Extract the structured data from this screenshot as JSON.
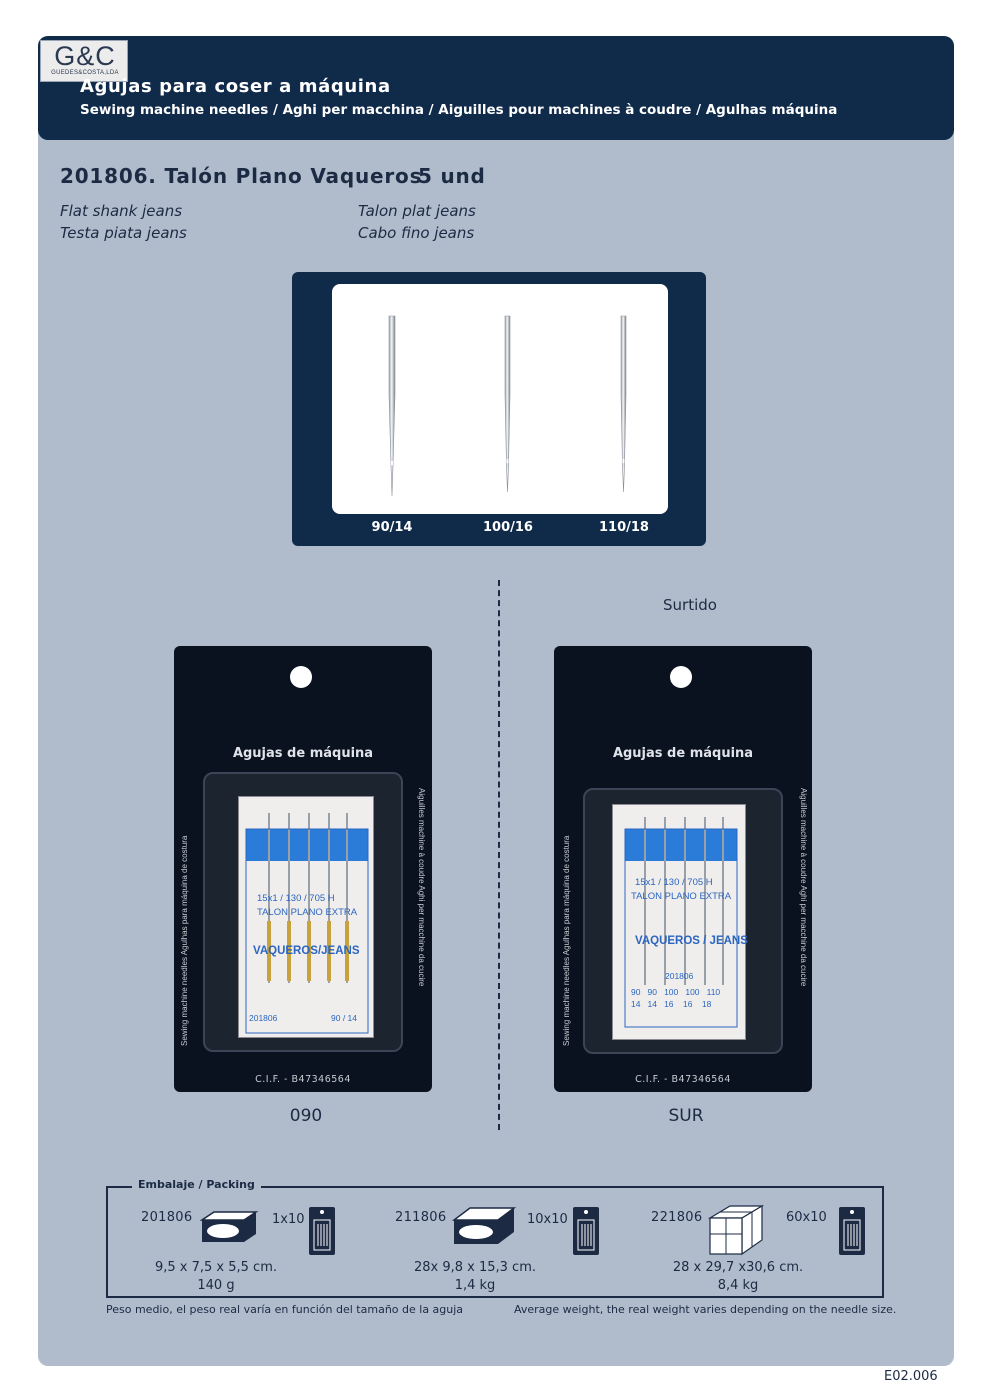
{
  "brand": {
    "logo_main": "G&C",
    "logo_sub": "GUEDES&COSTA,LDA"
  },
  "header": {
    "title": "Agujas para coser a máquina",
    "subtitle": "Sewing machine needles / Aghi per macchina / Aiguilles pour machines à coudre / Agulhas máquina"
  },
  "product": {
    "title": "201806. Talón Plano Vaqueros",
    "quantity": "5 und",
    "names": {
      "en": "Flat shank jeans",
      "it": "Testa piata jeans",
      "fr": "Talon plat jeans",
      "pt": "Cabo fino jeans"
    }
  },
  "needles": [
    {
      "size": "90/14"
    },
    {
      "size": "100/16"
    },
    {
      "size": "110/18"
    }
  ],
  "surtido_label": "Surtido",
  "cards": [
    {
      "code": "090",
      "title": "Agujas de máquina",
      "cif": "C.I.F. - B47346564",
      "left_side": "Sewing machine needles  Agulhas para máquina de costura",
      "right_side": "Aiguilles machine à coudre  Aghi per macchine da cucire",
      "insert": {
        "spec": "15x1 / 130 / 705 H",
        "type": "TALON PLANO EXTRA",
        "name": "VAQUEROS/JEANS",
        "ref": "201806",
        "size": "90 / 14"
      }
    },
    {
      "code": "SUR",
      "title": "Agujas de máquina",
      "cif": "C.I.F. - B47346564",
      "left_side": "Sewing machine needles  Agulhas para máquina de costura",
      "right_side": "Aiguilles machine à coudre  Aghi per macchine da cucire",
      "insert": {
        "spec": "15x1 / 130 / 705 H",
        "type": "TALON PLANO EXTRA",
        "name": "VAQUEROS / JEANS",
        "ref": "201806",
        "sizes_top": "90   90   100   100   110",
        "sizes_bottom": "14   14   16    16    18"
      }
    }
  ],
  "packing": {
    "title": "Embalaje / Packing",
    "items": [
      {
        "code": "201806",
        "qty": "1x10",
        "dims": "9,5 x 7,5 x 5,5 cm.",
        "weight": "140 g"
      },
      {
        "code": "211806",
        "qty": "10x10",
        "dims": "28x 9,8 x 15,3 cm.",
        "weight": "1,4 kg"
      },
      {
        "code": "221806",
        "qty": "60x10",
        "dims": "28 x 29,7 x30,6 cm.",
        "weight": "8,4 kg"
      }
    ],
    "note_es": "Peso medio, el peso real varía en función del tamaño de la aguja",
    "note_en": "Average weight, the real weight varies depending on the needle size."
  },
  "page_ref": "E02.006",
  "colors": {
    "navy": "#102a4a",
    "sheet": "#b0bccc",
    "card": "#0a1220",
    "insert_blue": "#2b7cd8"
  }
}
